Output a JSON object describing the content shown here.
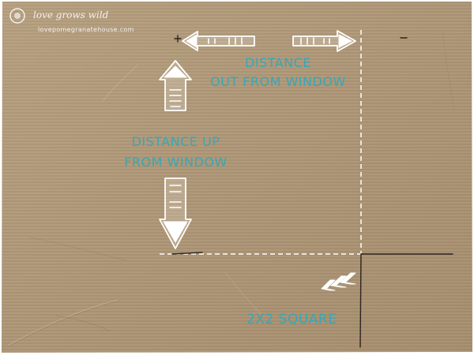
{
  "watermark": {
    "title": "love grows wild",
    "url": "lovepomegranatehouse.com"
  },
  "labels": {
    "distance_out_line1": "DISTANCE",
    "distance_out_line2": "OUT FROM WINDOW",
    "distance_up_line1": "DISTANCE UP",
    "distance_up_line2": "FROM WINDOW",
    "square": "2X2 SQUARE"
  },
  "colors": {
    "cardboard": "#b09878",
    "label_teal": "#3aa6b5",
    "arrow_white": "#ffffff",
    "pencil": "#2a2420"
  },
  "icons": [
    "arrow-left-icon",
    "arrow-right-icon",
    "arrow-up-icon",
    "arrow-down-icon",
    "chevron-right-icon",
    "logo-circle-icon"
  ]
}
